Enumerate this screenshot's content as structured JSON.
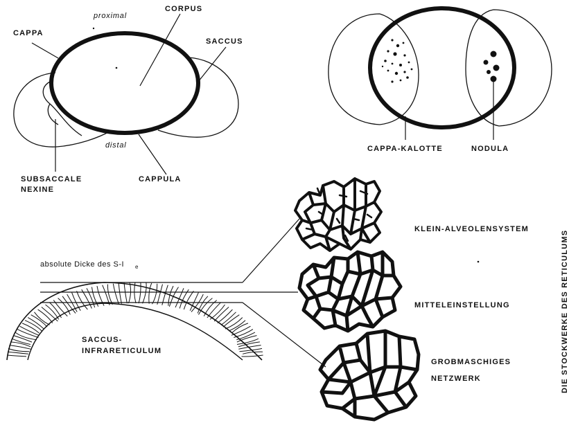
{
  "side_view": {
    "proximal": "proximal",
    "corpus": "CORPUS",
    "cappa": "CAPPA",
    "saccus": "SACCUS",
    "distal": "distal",
    "subsaccale": "SUBSACCALE",
    "nexine": "NEXINE",
    "cappula": "CAPPULA"
  },
  "top_view": {
    "cappa_kalotte": "CAPPA-KALOTTE",
    "nodula": "NODULA"
  },
  "reticulum": {
    "thickness_label": "absolute Dicke des S-I",
    "thickness_sub": "e",
    "saccus_label_1": "SACCUS-",
    "saccus_label_2": "INFRARETICULUM",
    "level_1": "KLEIN-ALVEOLENSYSTEM",
    "level_2": "MITTELEINSTELLUNG",
    "level_3_line1": "GROBMASCHIGES",
    "level_3_line2": "NETZWERK",
    "vertical_title": "DIE STOCKWERKE DES RETICULUMS"
  }
}
